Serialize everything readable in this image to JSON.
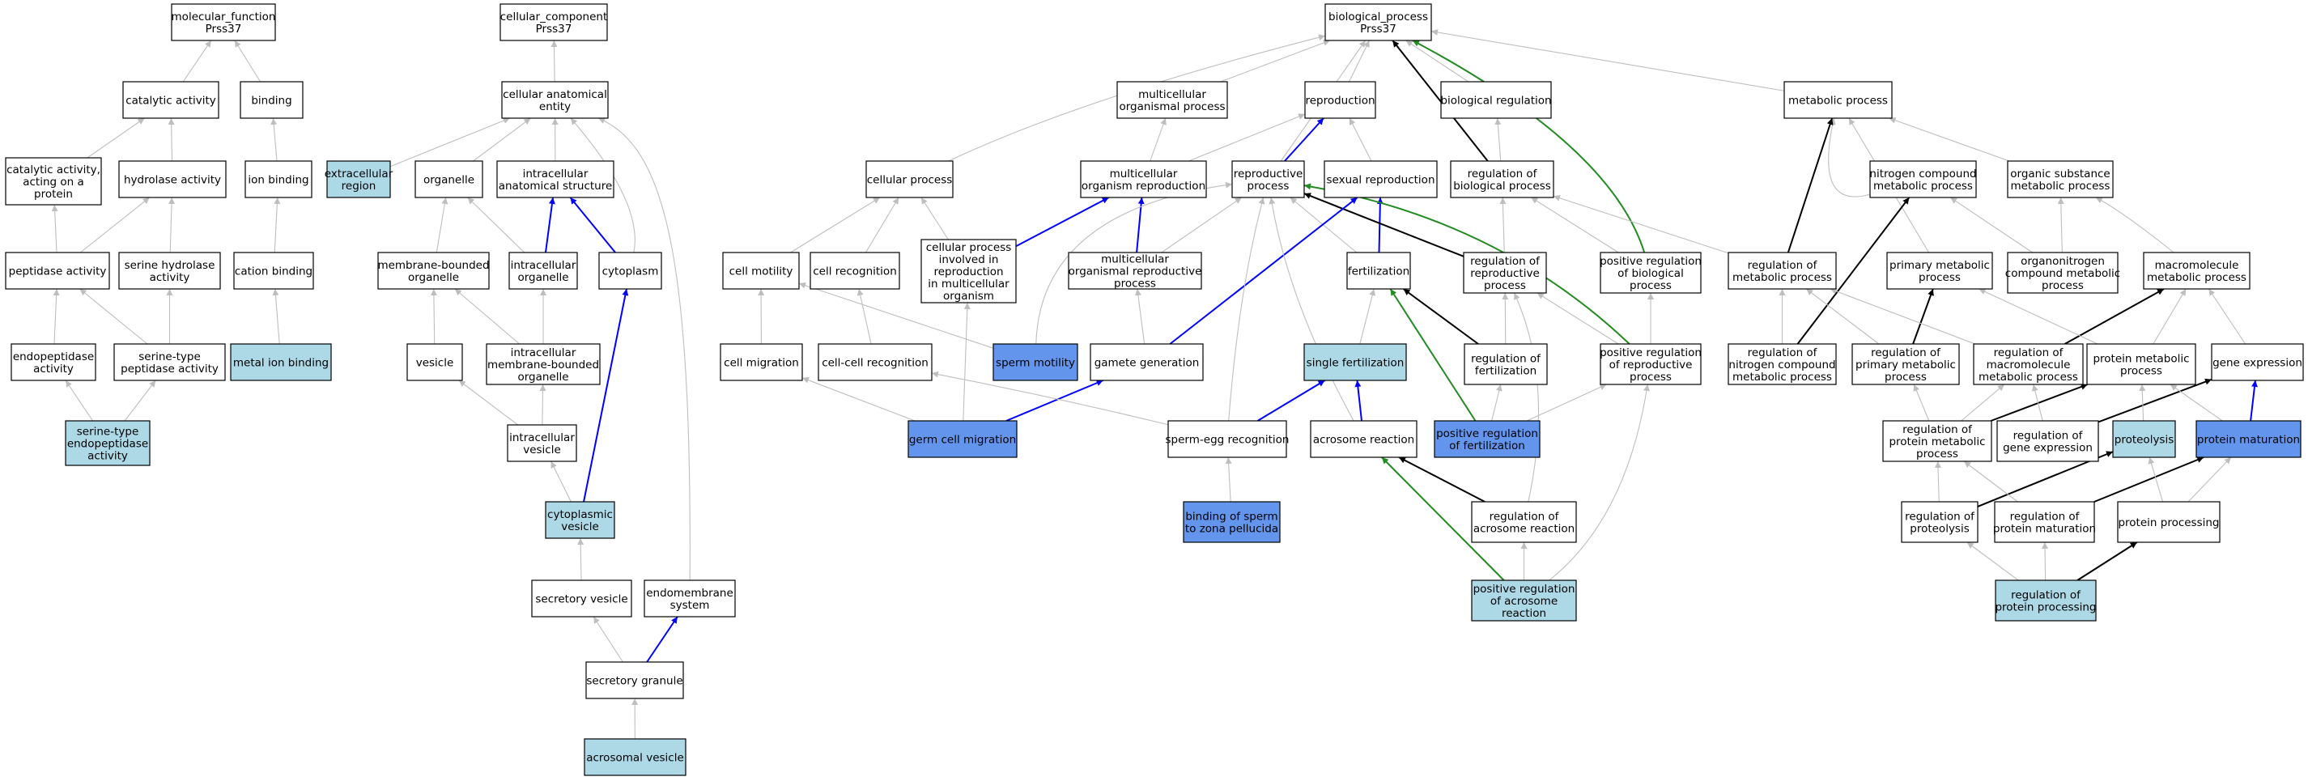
{
  "colors": {
    "plain_fill": "#ffffff",
    "light_fill": "#add8e6",
    "dark_fill": "#6495ed",
    "is_a_edge": "#bebebe",
    "part_of_edge": "#0000ff",
    "regulates_edge": "#000000",
    "positively_regulates_edge": "#228b22"
  },
  "nodes": [
    {
      "id": "mf",
      "fill": "plain",
      "label": [
        "molecular_function",
        "Prss37"
      ]
    },
    {
      "id": "catalytic",
      "fill": "plain",
      "label": [
        "catalytic activity"
      ]
    },
    {
      "id": "binding",
      "fill": "plain",
      "label": [
        "binding"
      ]
    },
    {
      "id": "cat_protein",
      "fill": "plain",
      "label": [
        "catalytic activity,",
        "acting on a",
        "protein"
      ]
    },
    {
      "id": "hydrolase",
      "fill": "plain",
      "label": [
        "hydrolase activity"
      ]
    },
    {
      "id": "ion_binding",
      "fill": "plain",
      "label": [
        "ion binding"
      ]
    },
    {
      "id": "peptidase",
      "fill": "plain",
      "label": [
        "peptidase activity"
      ]
    },
    {
      "id": "serine_hydrolase",
      "fill": "plain",
      "label": [
        "serine hydrolase",
        "activity"
      ]
    },
    {
      "id": "cation_binding",
      "fill": "plain",
      "label": [
        "cation binding"
      ]
    },
    {
      "id": "endopeptidase",
      "fill": "plain",
      "label": [
        "endopeptidase",
        "activity"
      ]
    },
    {
      "id": "serine_peptidase",
      "fill": "plain",
      "label": [
        "serine-type",
        "peptidase activity"
      ]
    },
    {
      "id": "metal_ion",
      "fill": "light",
      "label": [
        "metal ion binding"
      ]
    },
    {
      "id": "serine_endopeptidase",
      "fill": "light",
      "label": [
        "serine-type",
        "endopeptidase",
        "activity"
      ]
    },
    {
      "id": "cc",
      "fill": "plain",
      "label": [
        "cellular_component",
        "Prss37"
      ]
    },
    {
      "id": "cae",
      "fill": "plain",
      "label": [
        "cellular anatomical",
        "entity"
      ]
    },
    {
      "id": "extracellular",
      "fill": "light",
      "label": [
        "extracellular",
        "region"
      ]
    },
    {
      "id": "organelle",
      "fill": "plain",
      "label": [
        "organelle"
      ]
    },
    {
      "id": "ias",
      "fill": "plain",
      "label": [
        "intracellular",
        "anatomical structure"
      ]
    },
    {
      "id": "mbo",
      "fill": "plain",
      "label": [
        "membrane-bounded",
        "organelle"
      ]
    },
    {
      "id": "io",
      "fill": "plain",
      "label": [
        "intracellular",
        "organelle"
      ]
    },
    {
      "id": "cytoplasm",
      "fill": "plain",
      "label": [
        "cytoplasm"
      ]
    },
    {
      "id": "vesicle",
      "fill": "plain",
      "label": [
        "vesicle"
      ]
    },
    {
      "id": "imbo",
      "fill": "plain",
      "label": [
        "intracellular",
        "membrane-bounded",
        "organelle"
      ]
    },
    {
      "id": "iv",
      "fill": "plain",
      "label": [
        "intracellular",
        "vesicle"
      ]
    },
    {
      "id": "cv",
      "fill": "light",
      "label": [
        "cytoplasmic",
        "vesicle"
      ]
    },
    {
      "id": "sv",
      "fill": "plain",
      "label": [
        "secretory vesicle"
      ]
    },
    {
      "id": "endomembrane",
      "fill": "plain",
      "label": [
        "endomembrane",
        "system"
      ]
    },
    {
      "id": "sg",
      "fill": "plain",
      "label": [
        "secretory granule"
      ]
    },
    {
      "id": "acrosomal",
      "fill": "light",
      "label": [
        "acrosomal vesicle"
      ]
    },
    {
      "id": "bp",
      "fill": "plain",
      "label": [
        "biological_process",
        "Prss37"
      ]
    },
    {
      "id": "mop",
      "fill": "plain",
      "label": [
        "multicellular",
        "organismal process"
      ]
    },
    {
      "id": "reproduction",
      "fill": "plain",
      "label": [
        "reproduction"
      ]
    },
    {
      "id": "bio_reg",
      "fill": "plain",
      "label": [
        "biological regulation"
      ]
    },
    {
      "id": "metabolic",
      "fill": "plain",
      "label": [
        "metabolic process"
      ]
    },
    {
      "id": "cellular_process",
      "fill": "plain",
      "label": [
        "cellular process"
      ]
    },
    {
      "id": "mor",
      "fill": "plain",
      "label": [
        "multicellular",
        "organism reproduction"
      ]
    },
    {
      "id": "repro_process",
      "fill": "plain",
      "label": [
        "reproductive",
        "process"
      ]
    },
    {
      "id": "sexual_repro",
      "fill": "plain",
      "label": [
        "sexual reproduction"
      ]
    },
    {
      "id": "reg_bp",
      "fill": "plain",
      "label": [
        "regulation of",
        "biological process"
      ]
    },
    {
      "id": "ncmp",
      "fill": "plain",
      "label": [
        "nitrogen compound",
        "metabolic process"
      ]
    },
    {
      "id": "osmp",
      "fill": "plain",
      "label": [
        "organic substance",
        "metabolic process"
      ]
    },
    {
      "id": "cell_motility",
      "fill": "plain",
      "label": [
        "cell motility"
      ]
    },
    {
      "id": "cell_recognition",
      "fill": "plain",
      "label": [
        "cell recognition"
      ]
    },
    {
      "id": "cpirmo",
      "fill": "plain",
      "label": [
        "cellular process",
        "involved in",
        "reproduction",
        "in multicellular",
        "organism"
      ]
    },
    {
      "id": "morp",
      "fill": "plain",
      "label": [
        "multicellular",
        "organismal reproductive",
        "process"
      ]
    },
    {
      "id": "fertilization",
      "fill": "plain",
      "label": [
        "fertilization"
      ]
    },
    {
      "id": "reg_rp",
      "fill": "plain",
      "label": [
        "regulation of",
        "reproductive",
        "process"
      ]
    },
    {
      "id": "pos_reg_bp",
      "fill": "plain",
      "label": [
        "positive regulation",
        "of biological",
        "process"
      ]
    },
    {
      "id": "reg_mp",
      "fill": "plain",
      "label": [
        "regulation of",
        "metabolic process"
      ]
    },
    {
      "id": "pmp",
      "fill": "plain",
      "label": [
        "primary metabolic",
        "process"
      ]
    },
    {
      "id": "ocmp",
      "fill": "plain",
      "label": [
        "organonitrogen",
        "compound metabolic",
        "process"
      ]
    },
    {
      "id": "macromolecule",
      "fill": "plain",
      "label": [
        "macromolecule",
        "metabolic process"
      ]
    },
    {
      "id": "cell_migration",
      "fill": "plain",
      "label": [
        "cell migration"
      ]
    },
    {
      "id": "ccr",
      "fill": "plain",
      "label": [
        "cell-cell recognition"
      ]
    },
    {
      "id": "sperm_motility",
      "fill": "dark",
      "label": [
        "sperm motility"
      ]
    },
    {
      "id": "gamete_gen",
      "fill": "plain",
      "label": [
        "gamete generation"
      ]
    },
    {
      "id": "single_fert",
      "fill": "light",
      "label": [
        "single fertilization"
      ]
    },
    {
      "id": "reg_fert",
      "fill": "plain",
      "label": [
        "regulation of",
        "fertilization"
      ]
    },
    {
      "id": "pos_reg_rp",
      "fill": "plain",
      "label": [
        "positive regulation",
        "of reproductive",
        "process"
      ]
    },
    {
      "id": "reg_ncmp",
      "fill": "plain",
      "label": [
        "regulation of",
        "nitrogen compound",
        "metabolic process"
      ]
    },
    {
      "id": "reg_pmp",
      "fill": "plain",
      "label": [
        "regulation of",
        "primary metabolic",
        "process"
      ]
    },
    {
      "id": "reg_macro",
      "fill": "plain",
      "label": [
        "regulation of",
        "macromolecule",
        "metabolic process"
      ]
    },
    {
      "id": "protein_mp",
      "fill": "plain",
      "label": [
        "protein metabolic",
        "process"
      ]
    },
    {
      "id": "gene_expr",
      "fill": "plain",
      "label": [
        "gene expression"
      ]
    },
    {
      "id": "germ_cell_mig",
      "fill": "dark",
      "label": [
        "germ cell migration"
      ]
    },
    {
      "id": "sperm_egg",
      "fill": "plain",
      "label": [
        "sperm-egg recognition"
      ]
    },
    {
      "id": "acrosome_reaction",
      "fill": "plain",
      "label": [
        "acrosome reaction"
      ]
    },
    {
      "id": "pos_reg_fert",
      "fill": "dark",
      "label": [
        "positive regulation",
        "of fertilization"
      ]
    },
    {
      "id": "reg_protein_mp",
      "fill": "plain",
      "label": [
        "regulation of",
        "protein metabolic",
        "process"
      ]
    },
    {
      "id": "reg_gene_expr",
      "fill": "plain",
      "label": [
        "regulation of",
        "gene expression"
      ]
    },
    {
      "id": "proteolysis",
      "fill": "light",
      "label": [
        "proteolysis"
      ]
    },
    {
      "id": "protein_maturation",
      "fill": "dark",
      "label": [
        "protein maturation"
      ]
    },
    {
      "id": "binding_sperm_zp",
      "fill": "dark",
      "label": [
        "binding of sperm",
        "to zona pellucida"
      ]
    },
    {
      "id": "reg_acrosome",
      "fill": "plain",
      "label": [
        "regulation of",
        "acrosome reaction"
      ]
    },
    {
      "id": "reg_proteolysis",
      "fill": "plain",
      "label": [
        "regulation of",
        "proteolysis"
      ]
    },
    {
      "id": "reg_protein_mat",
      "fill": "plain",
      "label": [
        "regulation of",
        "protein maturation"
      ]
    },
    {
      "id": "protein_processing",
      "fill": "plain",
      "label": [
        "protein processing"
      ]
    },
    {
      "id": "pos_reg_acrosome",
      "fill": "light",
      "label": [
        "positive regulation",
        "of acrosome",
        "reaction"
      ]
    },
    {
      "id": "reg_protein_proc",
      "fill": "light",
      "label": [
        "regulation of",
        "protein processing"
      ]
    }
  ],
  "edges": [
    [
      "catalytic",
      "mf",
      "is_a"
    ],
    [
      "binding",
      "mf",
      "is_a"
    ],
    [
      "cat_protein",
      "catalytic",
      "is_a"
    ],
    [
      "hydrolase",
      "catalytic",
      "is_a"
    ],
    [
      "ion_binding",
      "binding",
      "is_a"
    ],
    [
      "peptidase",
      "cat_protein",
      "is_a"
    ],
    [
      "peptidase",
      "hydrolase",
      "is_a"
    ],
    [
      "serine_hydrolase",
      "hydrolase",
      "is_a"
    ],
    [
      "cation_binding",
      "ion_binding",
      "is_a"
    ],
    [
      "endopeptidase",
      "peptidase",
      "is_a"
    ],
    [
      "serine_peptidase",
      "peptidase",
      "is_a"
    ],
    [
      "serine_peptidase",
      "serine_hydrolase",
      "is_a"
    ],
    [
      "metal_ion",
      "cation_binding",
      "is_a"
    ],
    [
      "serine_endopeptidase",
      "endopeptidase",
      "is_a"
    ],
    [
      "serine_endopeptidase",
      "serine_peptidase",
      "is_a"
    ],
    [
      "cae",
      "cc",
      "is_a"
    ],
    [
      "extracellular",
      "cae",
      "is_a"
    ],
    [
      "organelle",
      "cae",
      "is_a"
    ],
    [
      "ias",
      "cae",
      "is_a"
    ],
    [
      "cytoplasm",
      "cae",
      "is_a"
    ],
    [
      "endomembrane",
      "cae",
      "is_a"
    ],
    [
      "mbo",
      "organelle",
      "is_a"
    ],
    [
      "io",
      "organelle",
      "is_a"
    ],
    [
      "io",
      "ias",
      "part_of"
    ],
    [
      "cytoplasm",
      "ias",
      "part_of"
    ],
    [
      "vesicle",
      "mbo",
      "is_a"
    ],
    [
      "imbo",
      "mbo",
      "is_a"
    ],
    [
      "imbo",
      "io",
      "is_a"
    ],
    [
      "iv",
      "vesicle",
      "is_a"
    ],
    [
      "iv",
      "imbo",
      "is_a"
    ],
    [
      "cv",
      "iv",
      "is_a"
    ],
    [
      "cv",
      "cytoplasm",
      "part_of"
    ],
    [
      "sv",
      "cv",
      "is_a"
    ],
    [
      "sg",
      "sv",
      "is_a"
    ],
    [
      "sg",
      "endomembrane",
      "part_of"
    ],
    [
      "acrosomal",
      "sg",
      "is_a"
    ],
    [
      "mop",
      "bp",
      "is_a"
    ],
    [
      "reproduction",
      "bp",
      "is_a"
    ],
    [
      "bio_reg",
      "bp",
      "is_a"
    ],
    [
      "metabolic",
      "bp",
      "is_a"
    ],
    [
      "cellular_process",
      "bp",
      "is_a"
    ],
    [
      "repro_process",
      "bp",
      "is_a"
    ],
    [
      "reg_bp",
      "bp",
      "regulates"
    ],
    [
      "pos_reg_bp",
      "bp",
      "positively_regulates"
    ],
    [
      "mor",
      "mop",
      "is_a"
    ],
    [
      "mor",
      "reproduction",
      "is_a"
    ],
    [
      "repro_process",
      "reproduction",
      "part_of"
    ],
    [
      "sexual_repro",
      "reproduction",
      "is_a"
    ],
    [
      "reg_bp",
      "bio_reg",
      "is_a"
    ],
    [
      "ncmp",
      "metabolic",
      "is_a"
    ],
    [
      "osmp",
      "metabolic",
      "is_a"
    ],
    [
      "reg_mp",
      "metabolic",
      "regulates"
    ],
    [
      "cell_motility",
      "cellular_process",
      "is_a"
    ],
    [
      "cell_recognition",
      "cellular_process",
      "is_a"
    ],
    [
      "cpirmo",
      "cellular_process",
      "is_a"
    ],
    [
      "cpirmo",
      "mor",
      "part_of"
    ],
    [
      "morp",
      "mor",
      "part_of"
    ],
    [
      "morp",
      "repro_process",
      "is_a"
    ],
    [
      "fertilization",
      "repro_process",
      "is_a"
    ],
    [
      "fertilization",
      "sexual_repro",
      "part_of"
    ],
    [
      "reg_rp",
      "reg_bp",
      "is_a"
    ],
    [
      "reg_rp",
      "repro_process",
      "regulates"
    ],
    [
      "pos_reg_bp",
      "reg_bp",
      "is_a"
    ],
    [
      "reg_mp",
      "reg_bp",
      "is_a"
    ],
    [
      "pmp",
      "metabolic",
      "is_a"
    ],
    [
      "ocmp",
      "ncmp",
      "is_a"
    ],
    [
      "ocmp",
      "osmp",
      "is_a"
    ],
    [
      "macromolecule",
      "osmp",
      "is_a"
    ],
    [
      "reg_ncmp",
      "ncmp",
      "regulates"
    ],
    [
      "cell_migration",
      "cell_motility",
      "is_a"
    ],
    [
      "ccr",
      "cell_recognition",
      "is_a"
    ],
    [
      "sperm_motility",
      "cell_motility",
      "is_a"
    ],
    [
      "sperm_motility",
      "repro_process",
      "is_a"
    ],
    [
      "gamete_gen",
      "morp",
      "is_a"
    ],
    [
      "gamete_gen",
      "sexual_repro",
      "part_of"
    ],
    [
      "single_fert",
      "fertilization",
      "is_a"
    ],
    [
      "reg_fert",
      "reg_rp",
      "is_a"
    ],
    [
      "reg_fert",
      "fertilization",
      "regulates"
    ],
    [
      "pos_reg_rp",
      "reg_rp",
      "is_a"
    ],
    [
      "pos_reg_rp",
      "pos_reg_bp",
      "is_a"
    ],
    [
      "pos_reg_rp",
      "repro_process",
      "positively_regulates"
    ],
    [
      "reg_ncmp",
      "reg_mp",
      "is_a"
    ],
    [
      "reg_pmp",
      "reg_mp",
      "is_a"
    ],
    [
      "reg_pmp",
      "pmp",
      "regulates"
    ],
    [
      "reg_macro",
      "reg_mp",
      "is_a"
    ],
    [
      "reg_macro",
      "macromolecule",
      "regulates"
    ],
    [
      "protein_mp",
      "pmp",
      "is_a"
    ],
    [
      "protein_mp",
      "macromolecule",
      "is_a"
    ],
    [
      "gene_expr",
      "macromolecule",
      "is_a"
    ],
    [
      "germ_cell_mig",
      "cell_migration",
      "is_a"
    ],
    [
      "germ_cell_mig",
      "cpirmo",
      "is_a"
    ],
    [
      "germ_cell_mig",
      "gamete_gen",
      "part_of"
    ],
    [
      "sperm_egg",
      "ccr",
      "is_a"
    ],
    [
      "sperm_egg",
      "repro_process",
      "is_a"
    ],
    [
      "sperm_egg",
      "single_fert",
      "part_of"
    ],
    [
      "acrosome_reaction",
      "repro_process",
      "is_a"
    ],
    [
      "acrosome_reaction",
      "single_fert",
      "part_of"
    ],
    [
      "pos_reg_fert",
      "reg_fert",
      "is_a"
    ],
    [
      "pos_reg_fert",
      "pos_reg_rp",
      "is_a"
    ],
    [
      "pos_reg_fert",
      "fertilization",
      "positively_regulates"
    ],
    [
      "reg_protein_mp",
      "reg_pmp",
      "is_a"
    ],
    [
      "reg_protein_mp",
      "reg_macro",
      "is_a"
    ],
    [
      "reg_protein_mp",
      "protein_mp",
      "regulates"
    ],
    [
      "reg_gene_expr",
      "reg_macro",
      "is_a"
    ],
    [
      "reg_gene_expr",
      "gene_expr",
      "regulates"
    ],
    [
      "proteolysis",
      "protein_mp",
      "is_a"
    ],
    [
      "protein_maturation",
      "protein_mp",
      "is_a"
    ],
    [
      "protein_maturation",
      "gene_expr",
      "part_of"
    ],
    [
      "binding_sperm_zp",
      "sperm_egg",
      "is_a"
    ],
    [
      "reg_acrosome",
      "reg_rp",
      "is_a"
    ],
    [
      "reg_acrosome",
      "acrosome_reaction",
      "regulates"
    ],
    [
      "reg_proteolysis",
      "reg_protein_mp",
      "is_a"
    ],
    [
      "reg_proteolysis",
      "proteolysis",
      "regulates"
    ],
    [
      "reg_protein_mat",
      "reg_protein_mp",
      "is_a"
    ],
    [
      "reg_protein_mat",
      "protein_maturation",
      "regulates"
    ],
    [
      "protein_processing",
      "proteolysis",
      "is_a"
    ],
    [
      "protein_processing",
      "protein_maturation",
      "is_a"
    ],
    [
      "pos_reg_acrosome",
      "reg_acrosome",
      "is_a"
    ],
    [
      "pos_reg_acrosome",
      "pos_reg_rp",
      "is_a"
    ],
    [
      "pos_reg_acrosome",
      "acrosome_reaction",
      "positively_regulates"
    ],
    [
      "reg_protein_proc",
      "reg_proteolysis",
      "is_a"
    ],
    [
      "reg_protein_proc",
      "reg_protein_mat",
      "is_a"
    ],
    [
      "reg_protein_proc",
      "protein_processing",
      "regulates"
    ]
  ]
}
